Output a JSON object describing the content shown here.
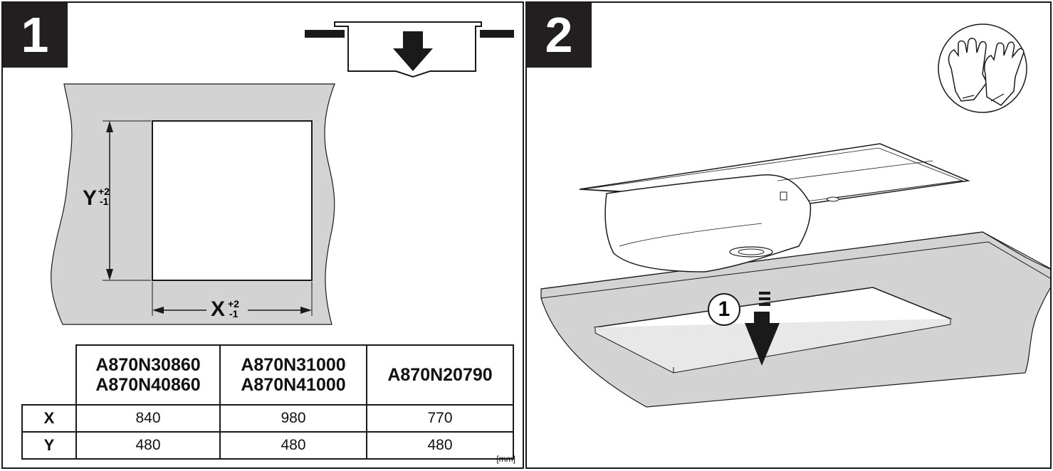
{
  "steps": [
    {
      "number": "1",
      "dimension_labels": {
        "y": "Y",
        "y_tol_plus": "+2",
        "y_tol_minus": "-1",
        "x": "X",
        "x_tol_plus": "+2",
        "x_tol_minus": "-1"
      },
      "table": {
        "models": [
          [
            "A870N30860",
            "A870N40860"
          ],
          [
            "A870N31000",
            "A870N41000"
          ],
          [
            "A870N20790"
          ]
        ],
        "rows": [
          {
            "label": "X",
            "values": [
              "840",
              "980",
              "770"
            ]
          },
          {
            "label": "Y",
            "values": [
              "480",
              "480",
              "480"
            ]
          }
        ],
        "unit": "[mm]"
      }
    },
    {
      "number": "2",
      "callout": "1",
      "icon": "gloves-icon"
    }
  ],
  "colors": {
    "line": "#1a1a1a",
    "countertop": "#d3d3d3",
    "badge": "#231f20"
  }
}
